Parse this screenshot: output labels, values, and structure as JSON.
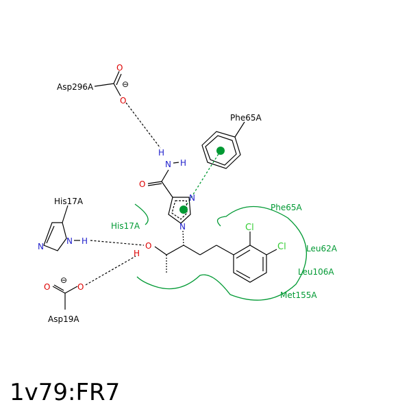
{
  "title": "1v79:FR7",
  "residues": {
    "asp296": "Asp296A",
    "phe65_pi": "Phe65A",
    "his17_polar": "His17A",
    "asp19": "Asp19A"
  },
  "hydrophobic": {
    "his17": "His17A",
    "phe65": "Phe65A",
    "leu62": "Leu62A",
    "leu106": "Leu106A",
    "met155": "Met155A"
  },
  "atoms": {
    "O": "O",
    "N": "N",
    "H": "H",
    "Cl": "Cl",
    "minus": "⊖"
  },
  "colors": {
    "hydrophobic": "#009933",
    "nitrogen": "#2222cc",
    "oxygen": "#dd0000",
    "chlorine": "#33cc33"
  }
}
